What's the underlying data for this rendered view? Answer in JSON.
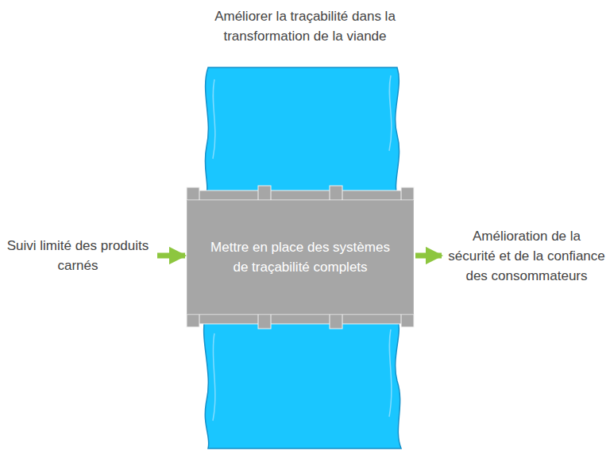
{
  "diagram": {
    "title": "Améliorer la traçabilité dans la transformation de la viande",
    "nodes": [
      {
        "text": [
          "Suivi limité des produits carnés"
        ]
      },
      {
        "text": [
          "Mettre en place des systèmes de traçabilité complets"
        ]
      },
      {
        "text": [
          "Amélioration de la sécurité et de la confiance des consommateurs"
        ]
      }
    ],
    "edges": [
      {
        "from": 0,
        "to": 1,
        "arrow": "to"
      },
      {
        "from": 1,
        "to": 2,
        "arrow": "to"
      }
    ]
  }
}
